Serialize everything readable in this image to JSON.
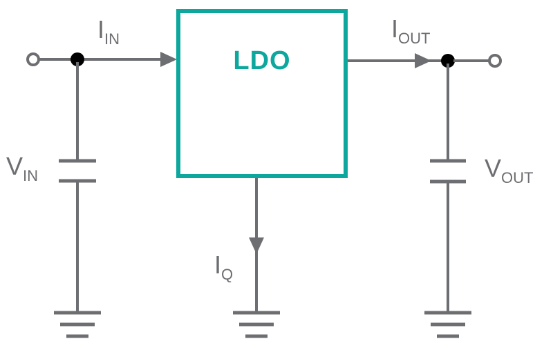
{
  "diagram": {
    "block": {
      "label": "LDO"
    },
    "labels": {
      "i_in": {
        "main": "I",
        "sub": "IN"
      },
      "i_out": {
        "main": "I",
        "sub": "OUT"
      },
      "i_q": {
        "main": "I",
        "sub": "Q"
      },
      "v_in": {
        "main": "V",
        "sub": "IN"
      },
      "v_out": {
        "main": "V",
        "sub": "OUT"
      }
    }
  },
  "colors": {
    "accent": "#0DA79D",
    "wire": "#6D6E71",
    "dot": "#000000",
    "background": "#FFFFFF"
  }
}
